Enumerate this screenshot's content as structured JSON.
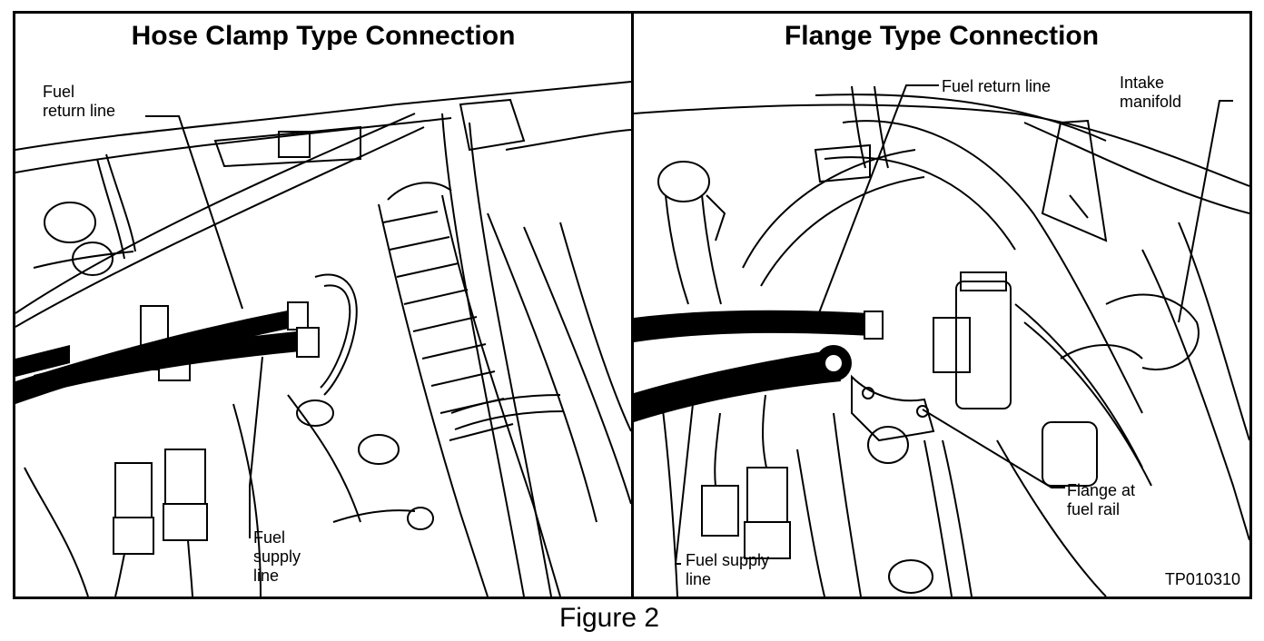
{
  "panels": [
    {
      "title": "Hose Clamp Type Connection",
      "labels": {
        "return_line": [
          "Fuel",
          "return line"
        ],
        "supply_line": [
          "Fuel",
          "supply",
          "line"
        ]
      }
    },
    {
      "title": "Flange Type Connection",
      "labels": {
        "return_line": "Fuel return line",
        "intake_manifold": [
          "Intake",
          "manifold"
        ],
        "flange": [
          "Flange at",
          "fuel rail"
        ],
        "supply_line": [
          "Fuel supply",
          "line"
        ]
      },
      "code": "TP010310"
    }
  ],
  "caption": "Figure 2"
}
